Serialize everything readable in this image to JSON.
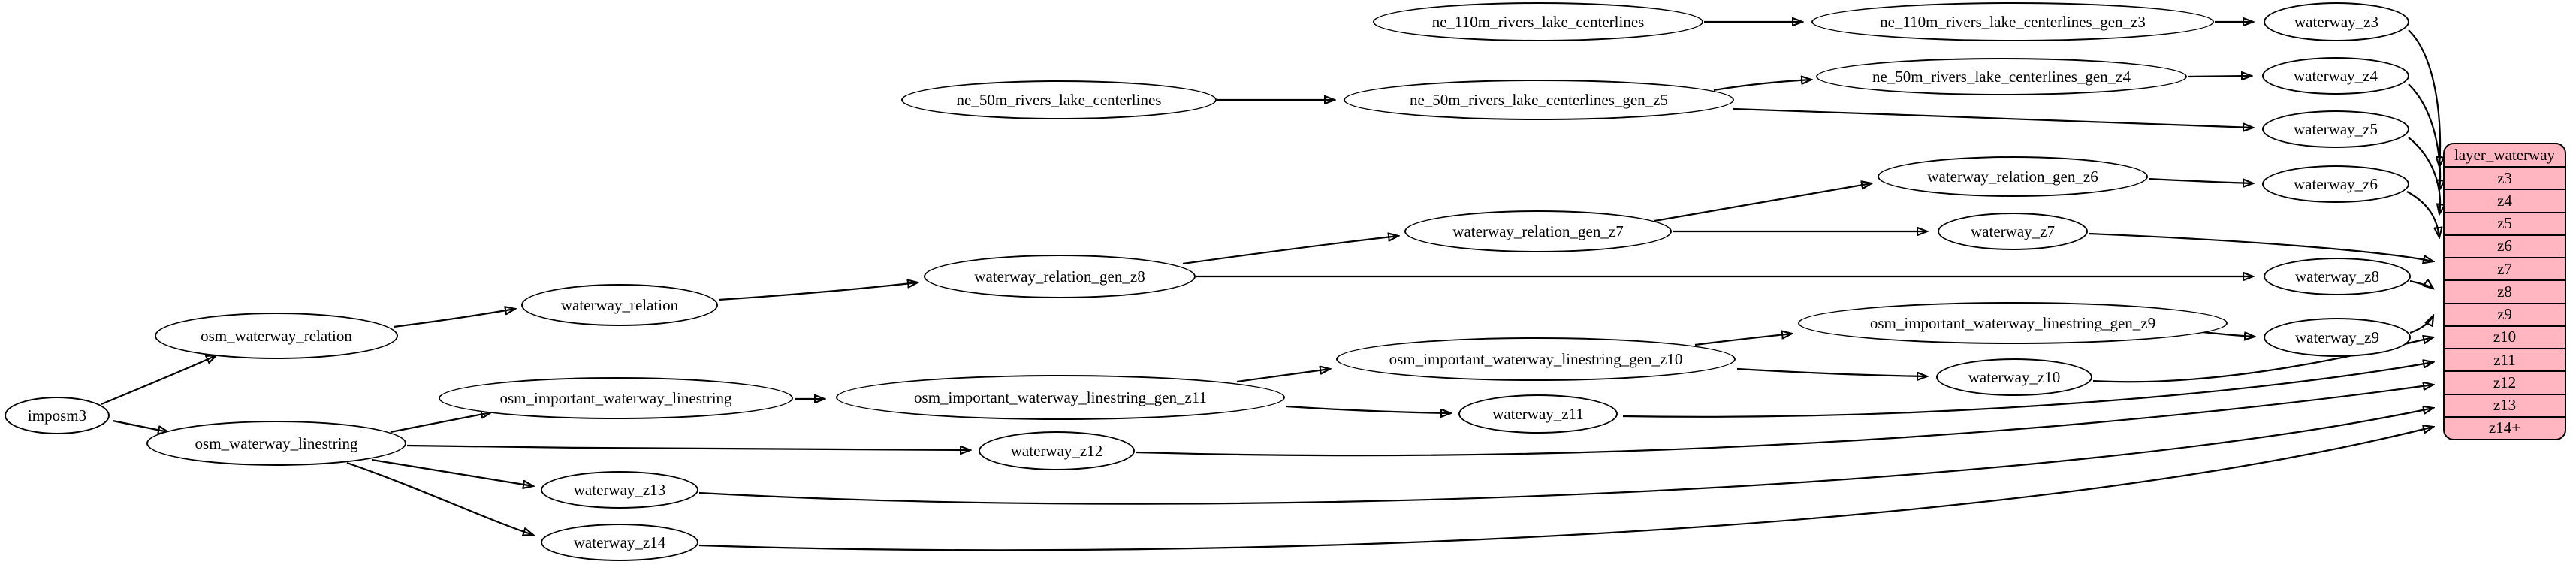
{
  "diagram": {
    "background": "#ffffff",
    "edge_color": "#000000",
    "node_fill": "#ffffff",
    "node_stroke": "#000000"
  },
  "nodes": {
    "imposm3": "imposm3",
    "osm_waterway_relation": "osm_waterway_relation",
    "osm_waterway_linestring": "osm_waterway_linestring",
    "waterway_relation": "waterway_relation",
    "osm_important_waterway_linestring": "osm_important_waterway_linestring",
    "waterway_relation_gen_z8": "waterway_relation_gen_z8",
    "waterway_relation_gen_z7": "waterway_relation_gen_z7",
    "waterway_relation_gen_z6": "waterway_relation_gen_z6",
    "osm_important_waterway_linestring_gen_z11": "osm_important_waterway_linestring_gen_z11",
    "osm_important_waterway_linestring_gen_z10": "osm_important_waterway_linestring_gen_z10",
    "osm_important_waterway_linestring_gen_z9": "osm_important_waterway_linestring_gen_z9",
    "ne_110m_rivers_lake_centerlines": "ne_110m_rivers_lake_centerlines",
    "ne_110m_rivers_lake_centerlines_gen_z3": "ne_110m_rivers_lake_centerlines_gen_z3",
    "ne_50m_rivers_lake_centerlines": "ne_50m_rivers_lake_centerlines",
    "ne_50m_rivers_lake_centerlines_gen_z5": "ne_50m_rivers_lake_centerlines_gen_z5",
    "ne_50m_rivers_lake_centerlines_gen_z4": "ne_50m_rivers_lake_centerlines_gen_z4",
    "waterway_z3": "waterway_z3",
    "waterway_z4": "waterway_z4",
    "waterway_z5": "waterway_z5",
    "waterway_z6": "waterway_z6",
    "waterway_z7": "waterway_z7",
    "waterway_z8": "waterway_z8",
    "waterway_z9": "waterway_z9",
    "waterway_z10": "waterway_z10",
    "waterway_z11": "waterway_z11",
    "waterway_z12": "waterway_z12",
    "waterway_z13": "waterway_z13",
    "waterway_z14": "waterway_z14"
  },
  "layer_table": {
    "title": "layer_waterway",
    "fill": "#ffb6c1",
    "stroke": "#000000",
    "rows": [
      "z3",
      "z4",
      "z5",
      "z6",
      "z7",
      "z8",
      "z9",
      "z10",
      "z11",
      "z12",
      "z13",
      "z14+"
    ]
  }
}
